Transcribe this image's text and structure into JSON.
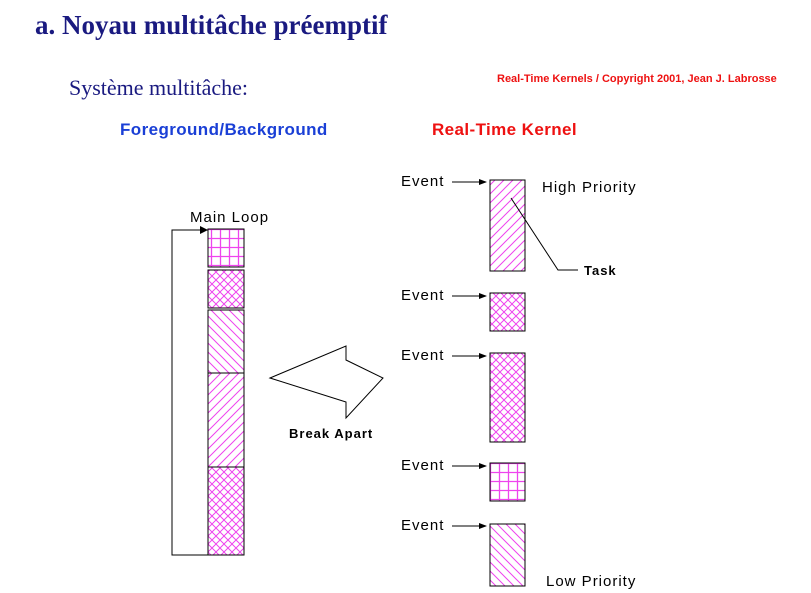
{
  "title": "a. Noyau multitâche préemptif",
  "subtitle": "Système multitâche:",
  "copyright": "Real-Time Kernels / Copyright 2001, Jean J. Labrosse",
  "foreground_background": {
    "heading": "Foreground/Background",
    "main_loop_label": "Main Loop"
  },
  "break_apart_label": "Break Apart",
  "real_time_kernel": {
    "heading": "Real-Time Kernel",
    "high_priority_label": "High Priority",
    "low_priority_label": "Low Priority",
    "task_label": "Task",
    "event_label": "Event"
  },
  "colors": {
    "pattern": "#ee44ee",
    "title": "#1a1a80",
    "fg_heading": "#1a3fd6",
    "rt_heading": "#ee1111"
  }
}
